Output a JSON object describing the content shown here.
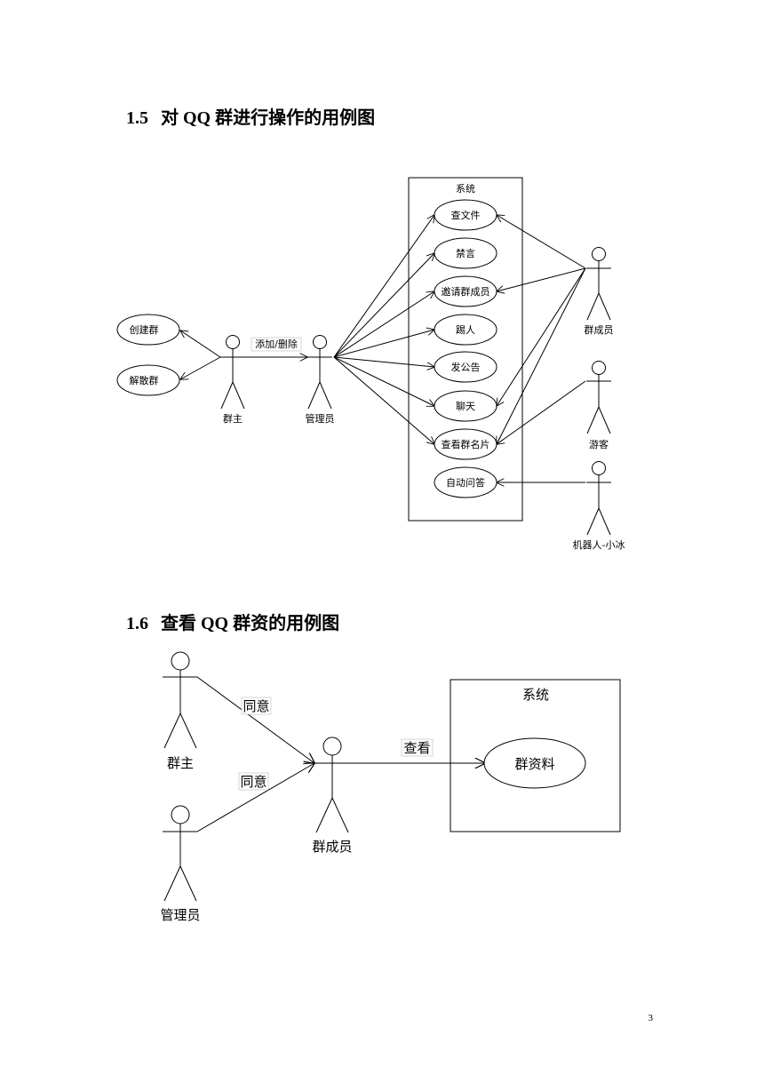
{
  "section_15": {
    "number": "1.5",
    "title": "对 QQ 群进行操作的用例图",
    "system_label": "系统",
    "use_cases": [
      "查文件",
      "禁言",
      "邀请群成员",
      "踢人",
      "发公告",
      "聊天",
      "查看群名片",
      "自动问答"
    ],
    "owner_use_cases": [
      "创建群",
      "解散群"
    ],
    "actors": {
      "owner": "群主",
      "admin": "管理员",
      "member": "群成员",
      "guest": "游客",
      "robot": "机器人-小冰"
    },
    "edge_label": "添加/删除"
  },
  "section_16": {
    "number": "1.6",
    "title": "查看 QQ 群资的用例图",
    "system_label": "系统",
    "use_case": "群资料",
    "actors": {
      "owner": "群主",
      "admin": "管理员",
      "member": "群成员"
    },
    "agree_label": "同意",
    "view_label": "查看"
  },
  "page_number": "3"
}
